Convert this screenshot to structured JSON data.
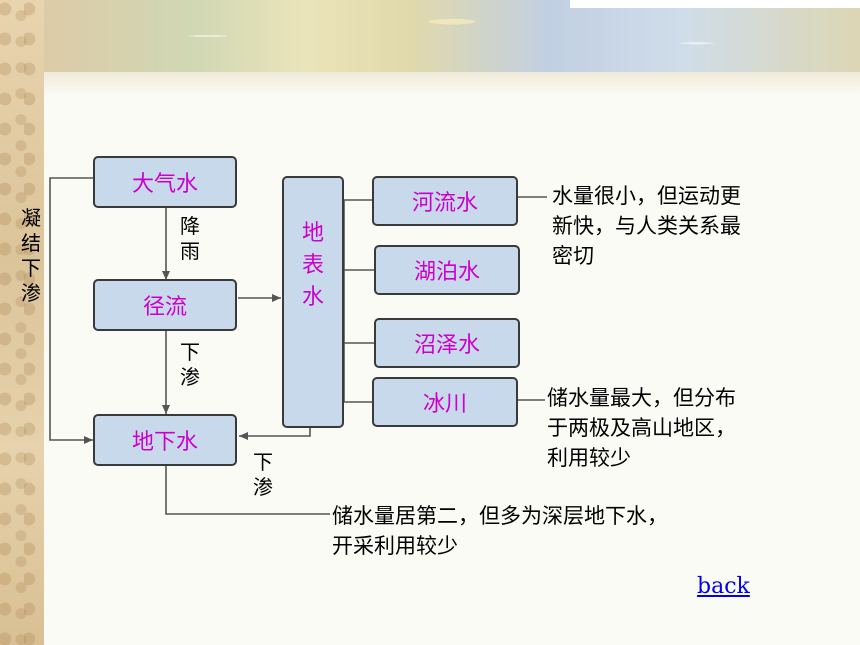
{
  "nodes": {
    "atmospheric_water": "大气水",
    "runoff": "径流",
    "groundwater": "地下水",
    "surface_water_chars": [
      "地",
      "表",
      "水"
    ],
    "river_water": "河流水",
    "lake_water": "湖泊水",
    "swamp_water": "沼泽水",
    "glacier": "冰川"
  },
  "edge_labels": {
    "condense_seep_chars": [
      "凝",
      "结",
      "下",
      "渗"
    ],
    "rain_chars": [
      "降",
      "雨"
    ],
    "seep_left_chars": [
      "下",
      "渗"
    ],
    "seep_right_chars": [
      "下",
      "渗"
    ]
  },
  "notes": {
    "river": [
      "水量很小，但运动更",
      "新快，与人类关系最",
      "密切"
    ],
    "glacier": [
      "储水量最大，但分布",
      "于两极及高山地区，",
      "利用较少"
    ],
    "groundwater": [
      "储水量居第二，但多为深层地下水，",
      "开采利用较少"
    ]
  },
  "back_link": "back",
  "colors": {
    "box_fill": "#c9d9ec",
    "box_text": "#cc00cc",
    "line": "#555555",
    "link": "#0000ee"
  }
}
